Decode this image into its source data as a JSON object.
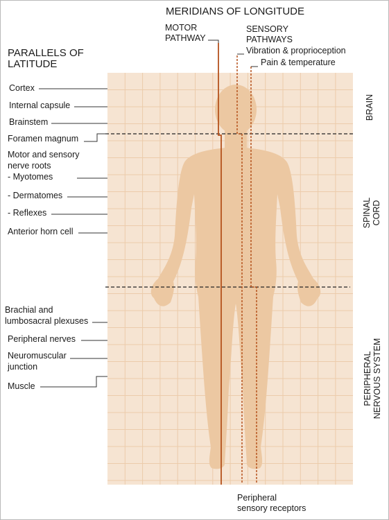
{
  "title": "MERIDIANS OF LONGITUDE",
  "parallels_heading": [
    "PARALLELS OF",
    "LATITUDE"
  ],
  "motor_pathway": [
    "MOTOR",
    "PATHWAY"
  ],
  "sensory_pathways": [
    "SENSORY",
    "PATHWAYS"
  ],
  "sensory_items": [
    "Vibration & proprioception",
    "Pain & temperature"
  ],
  "levels": {
    "cortex": "Cortex",
    "internal_capsule": "Internal capsule",
    "brainstem": "Brainstem",
    "foramen_magnum": "Foramen magnum",
    "motor_sensory_roots": [
      "Motor and sensory",
      "nerve roots"
    ],
    "myotomes": "- Myotomes",
    "dermatomes": "- Dermatomes",
    "reflexes": "- Reflexes",
    "anterior_horn": "Anterior horn cell",
    "plexuses": [
      "Brachial and",
      "lumbosacral plexuses"
    ],
    "peripheral_nerves": "Peripheral nerves",
    "nmj": [
      "Neuromuscular",
      "junction"
    ],
    "muscle": "Muscle"
  },
  "regions": {
    "brain": "BRAIN",
    "spinal_cord": [
      "SPINAL",
      "CORD"
    ],
    "pns": [
      "PERIPHERAL",
      "NERVOUS SYSTEM"
    ]
  },
  "bottom_label": [
    "Peripheral",
    "sensory receptors"
  ],
  "colors": {
    "panel": "#f6e4d2",
    "grid": "#eccbab",
    "body": "#ecc8a2",
    "pathway": "#b5521d",
    "leader": "#333333",
    "divider": "#222222"
  }
}
